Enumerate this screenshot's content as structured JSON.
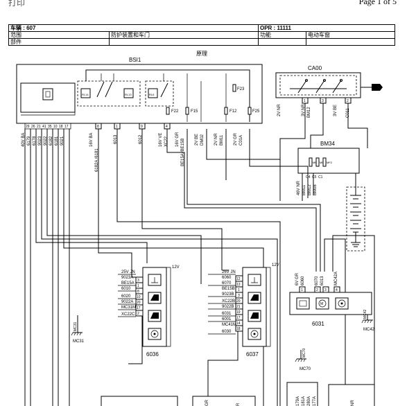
{
  "header": {
    "print_label": "打印",
    "page_label": "Page 1 of 5"
  },
  "meta": {
    "vehicle": "车辆 : 607",
    "opr": "OPR : 11111",
    "scope_label": "范围",
    "scope_value": "防护装置和车门",
    "function_label": "功能",
    "function_value": "电动车窗",
    "parts_label": "部件"
  },
  "diagram": {
    "title": "原理",
    "bsi": {
      "name": "BSI1",
      "relays": [
        "RL14",
        "RL13",
        "RL6"
      ],
      "fuses": [
        "F23",
        "F22",
        "F15",
        "F12",
        "F25"
      ],
      "left_pins": [
        "29",
        "26",
        "21",
        "41",
        "35",
        "10",
        "18",
        "17"
      ],
      "left_wires": [
        "40V BA",
        "6179",
        "6178",
        "9023",
        "9022",
        "6182",
        "6181",
        "9021"
      ],
      "pins": [
        "8",
        "1",
        "9",
        "4"
      ],
      "wires": [
        "16V BA",
        "6182A /6181",
        "6013",
        "6012",
        "16V VE",
        "XC22",
        "16V GR",
        "BE15A /BE15B",
        "2V BE",
        "DM02",
        "2V NR",
        "BM11",
        "2V GR",
        "C01A"
      ]
    },
    "ca00": {
      "name": "CA00",
      "pins": [
        "1",
        "3",
        "2"
      ],
      "wires": [
        "2V NR",
        "3V NR",
        "BM12",
        "3V BE",
        "C011"
      ]
    },
    "bm34": {
      "name": "BM34",
      "fuses": [
        "MF5",
        "MF1",
        "MF2"
      ],
      "pins": [
        "C4",
        "C5",
        "C1"
      ],
      "wires": [
        "46V NR",
        "BM11",
        "BM12",
        "BM08"
      ]
    },
    "m6036": {
      "name": "6036",
      "voltage": "12V",
      "pins": [
        "3",
        "1",
        "8",
        "10",
        "20",
        "17",
        "2"
      ],
      "wires": [
        "25V JN",
        "9023A",
        "BE15A",
        "6010",
        "6020",
        "9022A",
        "MC31M",
        "XC22C"
      ]
    },
    "m6037": {
      "name": "6037",
      "voltage": "12V",
      "pins": [
        "12",
        "13",
        "1",
        "3",
        "20",
        "21",
        "19",
        "17",
        "14",
        "18"
      ],
      "wires": [
        "26V JN",
        "6060",
        "6070",
        "BE15B",
        "9023B",
        "XC22B",
        "9022B",
        "6031",
        "6001",
        "MC41M",
        "6030"
      ]
    },
    "m6031": {
      "name": "6031",
      "pins": [
        "1",
        "2",
        "3",
        "4"
      ],
      "wires": [
        "6V GR",
        "6060",
        "6070",
        "6013",
        "MC42A"
      ]
    },
    "grounds": [
      "MC31",
      "MC70",
      "MC42"
    ],
    "bottom_wires": [
      "179A",
      "181A",
      "280A",
      "177A",
      "NR",
      "GR",
      "R"
    ]
  }
}
